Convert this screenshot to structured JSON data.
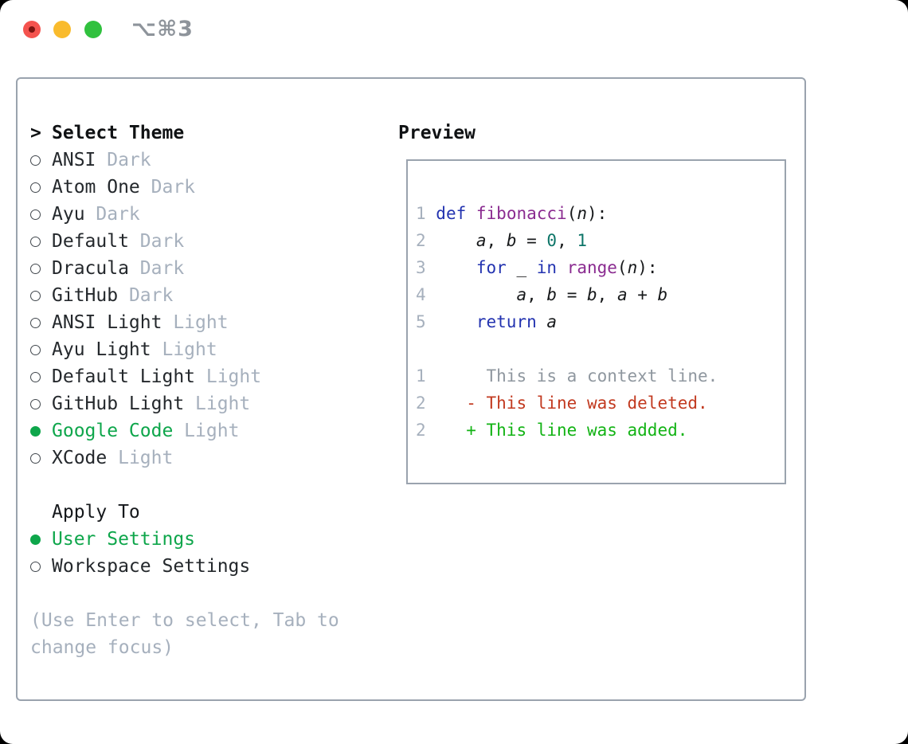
{
  "window": {
    "shortcut": "⌥⌘3"
  },
  "colors": {
    "traffic_red": "#f4534e",
    "traffic_red_dot": "#7c1410",
    "traffic_yellow": "#f9bb2d",
    "traffic_green": "#30c13e",
    "border_gray": "#9aa3ae",
    "text_dark": "#24282c",
    "gray_muted": "#a6b0bd",
    "accent_green": "#0ea64b",
    "keyword_blue": "#2333b0",
    "function_purple": "#8a2b90",
    "literal_teal": "#0d7568",
    "context_gray": "#8f979f",
    "deleted_red": "#c23a20",
    "added_green": "#12b314"
  },
  "theme_picker": {
    "header": {
      "prefix": ">",
      "label": "Select Theme"
    },
    "items": [
      {
        "name": "ANSI",
        "variant": "Dark",
        "selected": false
      },
      {
        "name": "Atom One",
        "variant": "Dark",
        "selected": false
      },
      {
        "name": "Ayu",
        "variant": "Dark",
        "selected": false
      },
      {
        "name": "Default",
        "variant": "Dark",
        "selected": false
      },
      {
        "name": "Dracula",
        "variant": "Dark",
        "selected": false
      },
      {
        "name": "GitHub",
        "variant": "Dark",
        "selected": false
      },
      {
        "name": "ANSI Light",
        "variant": "Light",
        "selected": false
      },
      {
        "name": "Ayu Light",
        "variant": "Light",
        "selected": false
      },
      {
        "name": "Default Light",
        "variant": "Light",
        "selected": false
      },
      {
        "name": "GitHub Light",
        "variant": "Light",
        "selected": false
      },
      {
        "name": "Google Code",
        "variant": "Light",
        "selected": true
      },
      {
        "name": "XCode",
        "variant": "Light",
        "selected": false
      }
    ]
  },
  "apply_to": {
    "label": "Apply To",
    "options": [
      {
        "label": "User Settings",
        "selected": true
      },
      {
        "label": "Workspace Settings",
        "selected": false
      }
    ]
  },
  "help": {
    "lines": [
      "(Use Enter to select, Tab to",
      "change focus)"
    ]
  },
  "preview": {
    "title": "Preview",
    "lines": [
      [
        {
          "t": "1 ",
          "c": "ln"
        },
        {
          "t": "def",
          "c": "kw"
        },
        {
          "t": " ",
          "c": "pl"
        },
        {
          "t": "fibonacci",
          "c": "fn"
        },
        {
          "t": "(",
          "c": "pl"
        },
        {
          "t": "n",
          "c": "var"
        },
        {
          "t": "):",
          "c": "pl"
        }
      ],
      [
        {
          "t": "2",
          "c": "ln"
        },
        {
          "t": "     ",
          "c": "pl"
        },
        {
          "t": "a",
          "c": "var"
        },
        {
          "t": ", ",
          "c": "pl"
        },
        {
          "t": "b",
          "c": "var"
        },
        {
          "t": " = ",
          "c": "pl"
        },
        {
          "t": "0",
          "c": "lit"
        },
        {
          "t": ", ",
          "c": "pl"
        },
        {
          "t": "1",
          "c": "lit"
        }
      ],
      [
        {
          "t": "3",
          "c": "ln"
        },
        {
          "t": "     ",
          "c": "pl"
        },
        {
          "t": "for",
          "c": "kw"
        },
        {
          "t": " _ ",
          "c": "pl"
        },
        {
          "t": "in",
          "c": "kw"
        },
        {
          "t": " ",
          "c": "pl"
        },
        {
          "t": "range",
          "c": "fn"
        },
        {
          "t": "(",
          "c": "pl"
        },
        {
          "t": "n",
          "c": "var"
        },
        {
          "t": "):",
          "c": "pl"
        }
      ],
      [
        {
          "t": "4",
          "c": "ln"
        },
        {
          "t": "         ",
          "c": "pl"
        },
        {
          "t": "a",
          "c": "var"
        },
        {
          "t": ", ",
          "c": "pl"
        },
        {
          "t": "b",
          "c": "var"
        },
        {
          "t": " = ",
          "c": "pl"
        },
        {
          "t": "b",
          "c": "var"
        },
        {
          "t": ", ",
          "c": "pl"
        },
        {
          "t": "a",
          "c": "var"
        },
        {
          "t": " + ",
          "c": "pl"
        },
        {
          "t": "b",
          "c": "var"
        }
      ],
      [
        {
          "t": "5",
          "c": "ln"
        },
        {
          "t": "     ",
          "c": "pl"
        },
        {
          "t": "return",
          "c": "kw"
        },
        {
          "t": " ",
          "c": "pl"
        },
        {
          "t": "a",
          "c": "var"
        }
      ],
      [],
      [
        {
          "t": "1",
          "c": "ln"
        },
        {
          "t": "      This is a context line.",
          "c": "ctx"
        }
      ],
      [
        {
          "t": "2",
          "c": "ln"
        },
        {
          "t": "    ",
          "c": "pl"
        },
        {
          "t": "- This line was deleted.",
          "c": "del"
        }
      ],
      [
        {
          "t": "2",
          "c": "ln"
        },
        {
          "t": "    ",
          "c": "pl"
        },
        {
          "t": "+ This line was added.",
          "c": "add"
        }
      ]
    ]
  }
}
